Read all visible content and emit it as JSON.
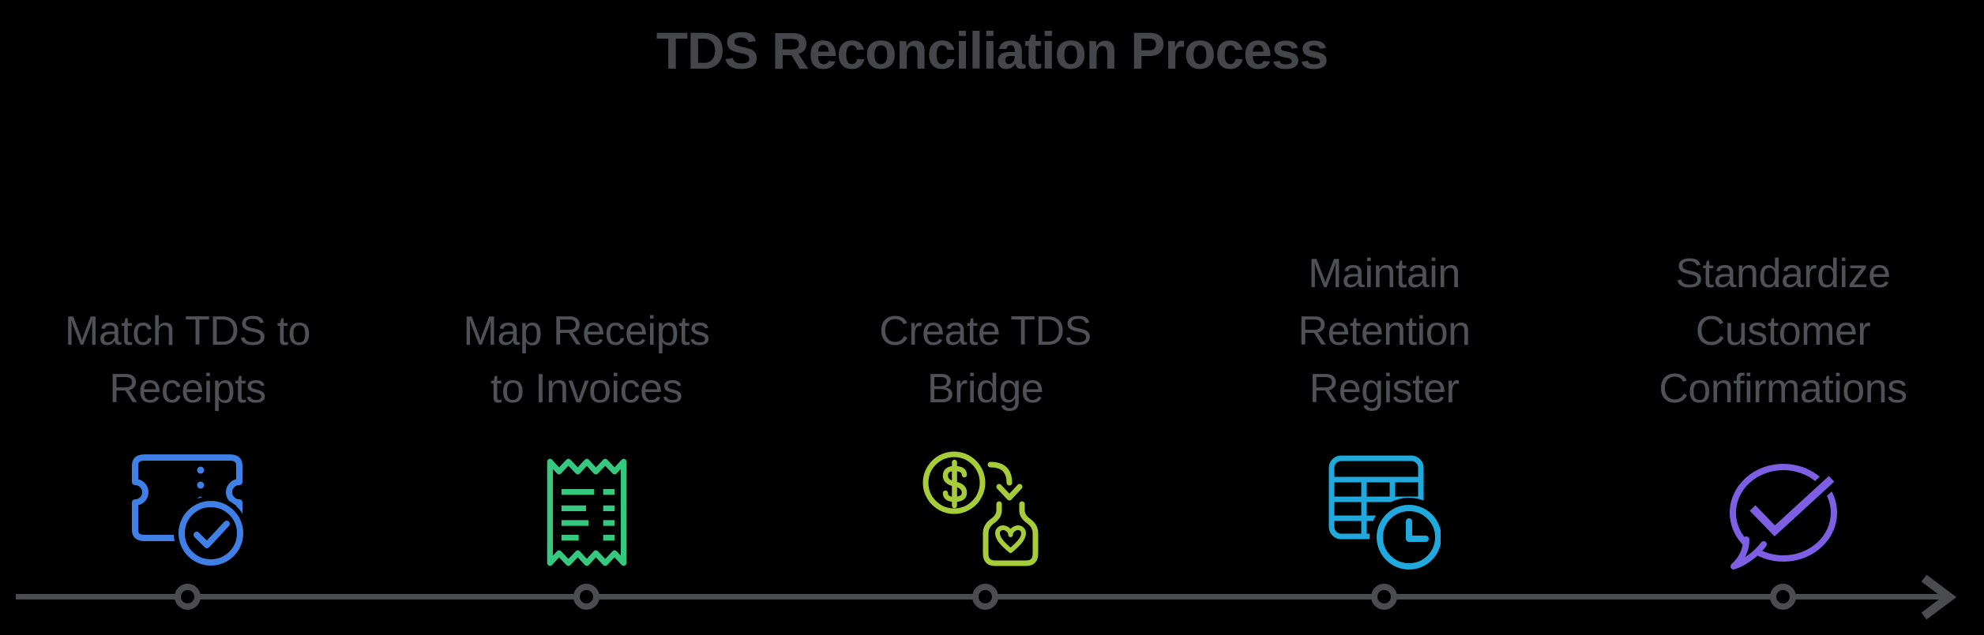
{
  "title": "TDS Reconciliation Process",
  "steps": [
    {
      "label_lines": [
        "Match TDS to",
        "Receipts"
      ],
      "icon": "ticket-check-icon",
      "accent_color": "#4080e6"
    },
    {
      "label_lines": [
        "Map Receipts",
        "to Invoices"
      ],
      "icon": "receipt-icon",
      "accent_color": "#35c97f"
    },
    {
      "label_lines": [
        "Create TDS",
        "Bridge"
      ],
      "icon": "money-transfer-icon",
      "accent_color": "#a6cc39"
    },
    {
      "label_lines": [
        "Maintain",
        "Retention",
        "Register"
      ],
      "icon": "table-clock-icon",
      "accent_color": "#20a9dc"
    },
    {
      "label_lines": [
        "Standardize",
        "Customer",
        "Confirmations"
      ],
      "icon": "chat-check-icon",
      "accent_color": "#7d5fe3"
    }
  ],
  "timeline": {
    "node_count": 5,
    "direction": "left-to-right",
    "line_color": "#4a4c4f"
  },
  "colors": {
    "background": "#000000",
    "title_text": "#454649",
    "label_text": "#4e5155"
  }
}
